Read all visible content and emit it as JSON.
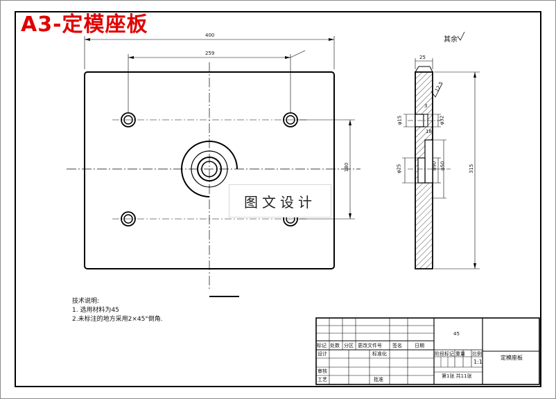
{
  "title": "A3-定模座板",
  "watermark": "图文设计",
  "note_top": "其余",
  "dimensions": {
    "width_400": "400",
    "spacing_259": "259",
    "height_180": "180",
    "height_315": "315",
    "thk_25": "25",
    "d15": "φ15",
    "d32": "φ32",
    "d25": "φ25",
    "d50": "φ50",
    "d90": "φ90",
    "dim_18": "18",
    "dim_3": "3",
    "roughness": "12.5"
  },
  "notes": {
    "heading": "技术说明:",
    "line1": "1. 选用材料为45",
    "line2": "2.未标注的地方采用2×45°倒角."
  },
  "title_block": {
    "material": "45",
    "h_mark": "标记",
    "h_count": "处数",
    "h_zone": "分区",
    "h_docno": "更改文件号",
    "h_sign": "签名",
    "h_date": "日期",
    "design": "设计",
    "standardize": "标准化",
    "stage_mark": "阶段标记",
    "weight": "重量",
    "scale": "比例",
    "scale_value": "1:1",
    "part_name": "定模座板",
    "review": "审核",
    "process": "工艺",
    "approve": "批准",
    "sheet_info": "第1张   共11张"
  },
  "colors": {
    "title": "#e00000",
    "line": "#000000"
  }
}
